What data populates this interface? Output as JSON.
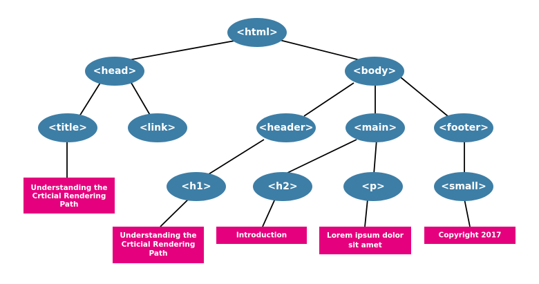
{
  "nodes": {
    "html": "<html>",
    "head": "<head>",
    "body": "<body>",
    "title": "<title>",
    "link": "<link>",
    "header": "<header>",
    "main": "<main>",
    "footer": "<footer>",
    "h1": "<h1>",
    "h2": "<h2>",
    "p": "<p>",
    "small": "<small>"
  },
  "text_boxes": {
    "title_text": [
      "Understanding the",
      "Crticial Rendering",
      "Path"
    ],
    "h1_text": [
      "Understanding the",
      "Crticial Rendering",
      "Path"
    ],
    "h2_text": [
      "Introduction"
    ],
    "p_text": [
      "Lorem ipsum dolor",
      "sit amet"
    ],
    "small_text": [
      "Copyright 2017"
    ]
  },
  "colors": {
    "node": "#3d7ea6",
    "text_box": "#e5007d",
    "edge": "#000000",
    "label": "#ffffff"
  }
}
